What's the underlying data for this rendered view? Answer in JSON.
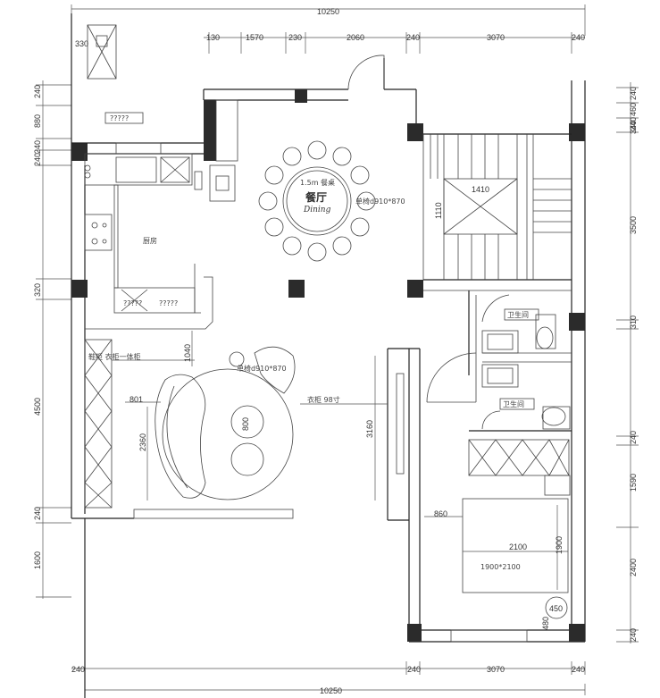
{
  "dimensions": {
    "top_total": "10250",
    "bottom_total": "10250",
    "top_segments": [
      "130",
      "1570",
      "230",
      "2060",
      "240",
      "3070",
      "240"
    ],
    "bottom_segments": [
      "240",
      "3070",
      "240"
    ],
    "left_segments": [
      "240",
      "880",
      "240",
      "240",
      "320",
      "4500",
      "240",
      "1600"
    ],
    "left_bottom": "240",
    "right_segments": [
      "240",
      "460",
      "240",
      "340",
      "3500",
      "310",
      "240",
      "1590",
      "2400",
      "240"
    ],
    "box_330": "330"
  },
  "rooms": {
    "unknown_label": "?????",
    "kitchen": "厨房",
    "dining_cn": "餐厅",
    "dining_en": "Dining",
    "table_note": "1.5m 餐桌",
    "chair_note": "单椅d910*870",
    "bath1": "卫生间",
    "bath2": "卫生间",
    "cabinet_label": "鞋柜  衣柜一体柜",
    "stairs_1410": "1410",
    "stairs_1110": "1110",
    "bed_width": "2100",
    "bed_length": "1900",
    "bed_size": "1900*2100",
    "bed_offset": "860",
    "bed_side": "450",
    "bed_gap": "480",
    "wardrobe_h": "3160",
    "wardrobe_note": "衣柜 98寸",
    "sofa_round": "800",
    "sofa_h": "2360",
    "sofa_w": "801",
    "chair_dim": "1040",
    "counter_left": "?????",
    "counter_right": "?????"
  }
}
